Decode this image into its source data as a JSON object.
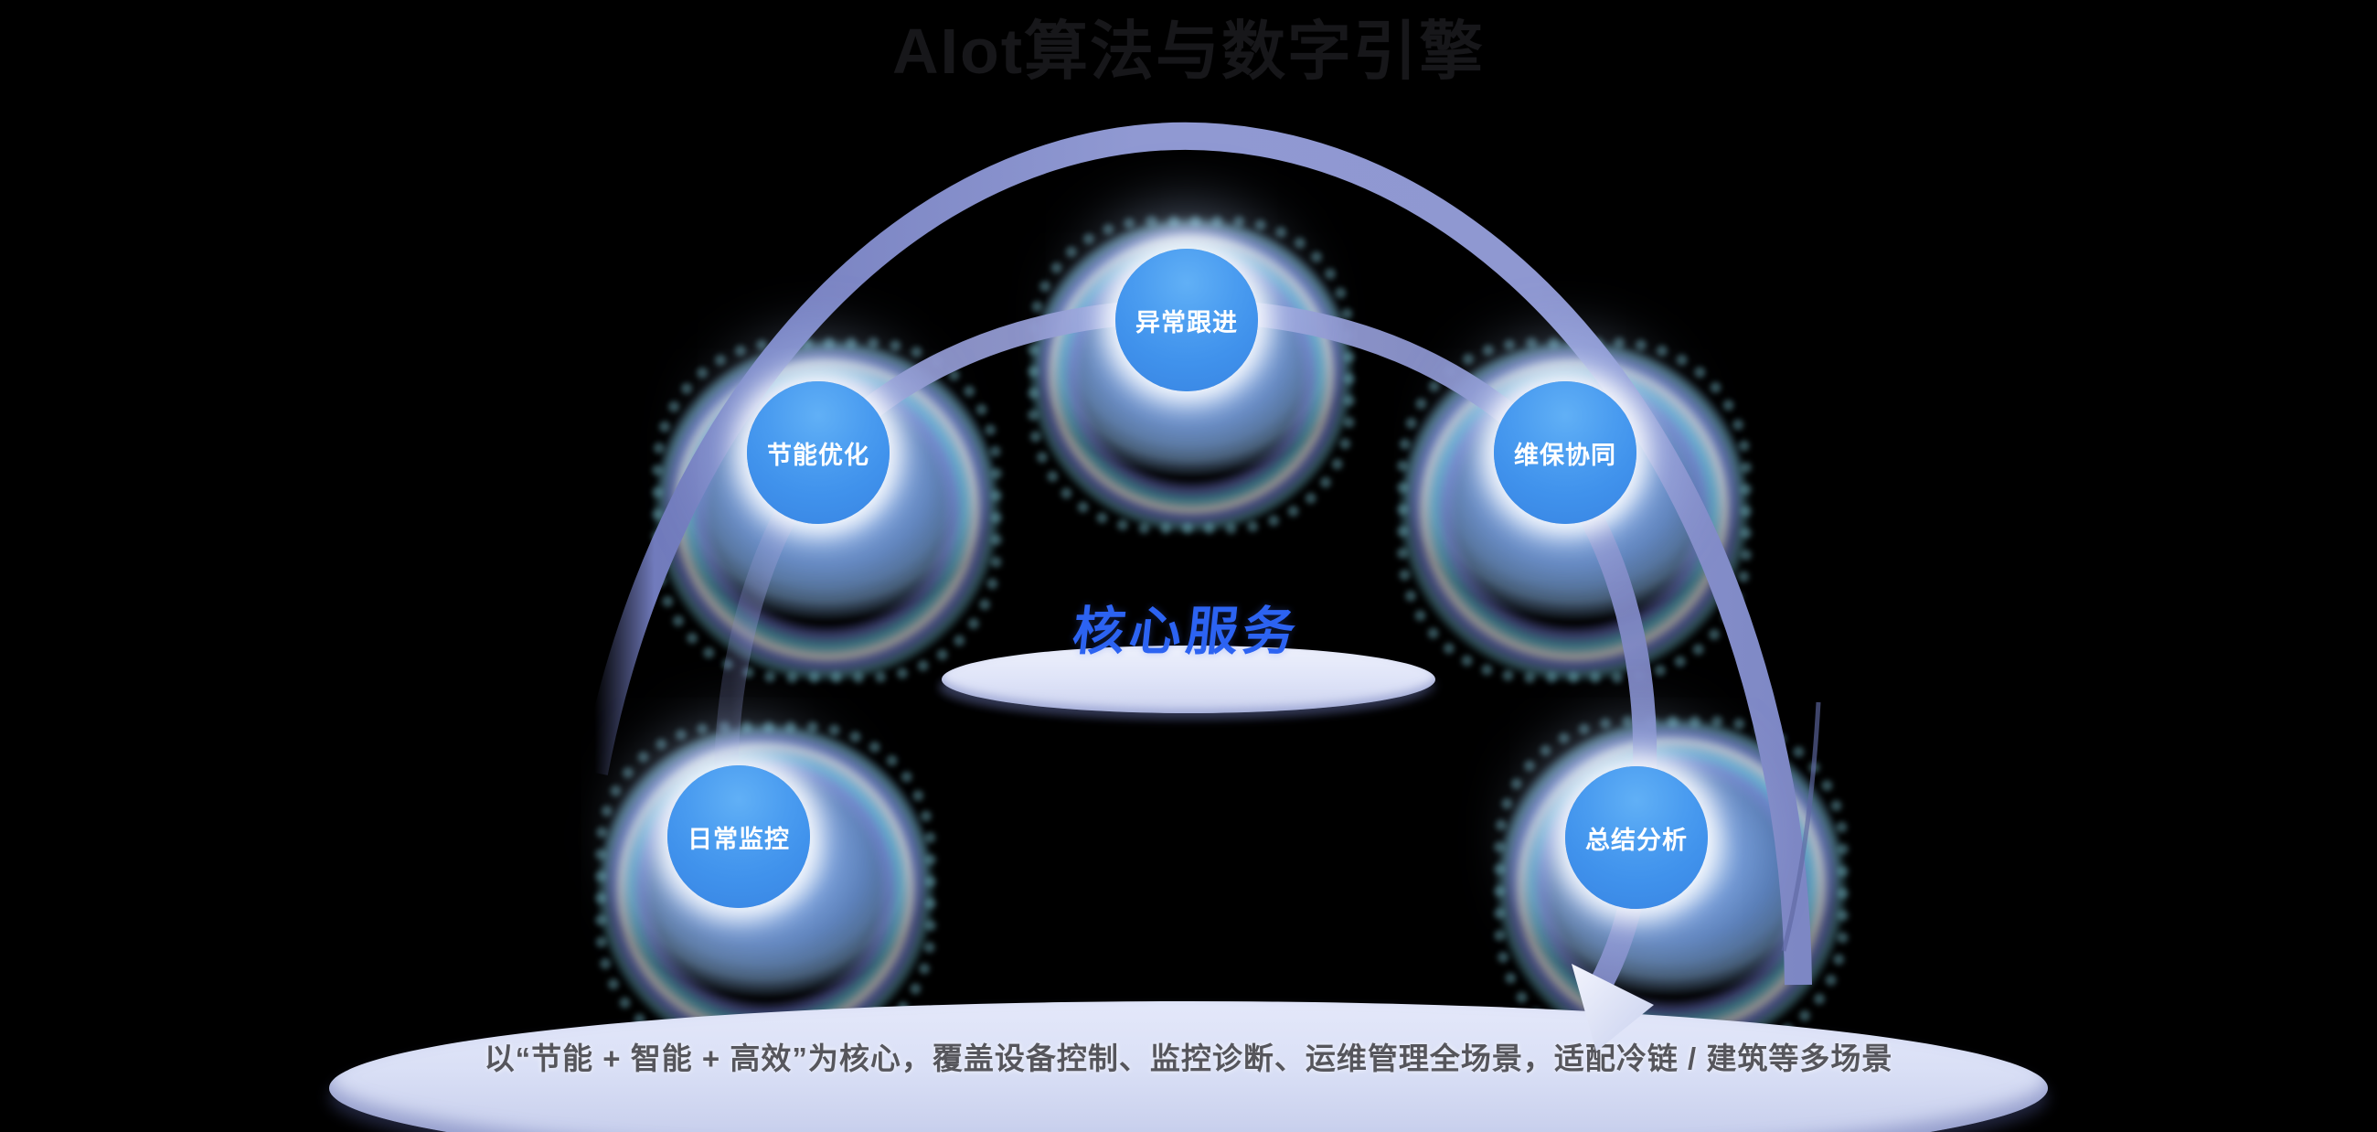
{
  "title": "AIot算法与数字引擎",
  "core": {
    "label": "核心服务"
  },
  "nodes": [
    {
      "id": "exception-followup",
      "label": "异常跟进"
    },
    {
      "id": "energy-optimization",
      "label": "节能优化"
    },
    {
      "id": "maintenance-collaboration",
      "label": "维保协同"
    },
    {
      "id": "daily-monitoring",
      "label": "日常监控"
    },
    {
      "id": "summary-analysis",
      "label": "总结分析"
    }
  ],
  "footer": {
    "caption": "以“节能 + 智能 + 高效”为核心，覆盖设备控制、监控诊断、运维管理全场景，适配冷链 / 建筑等多场景"
  },
  "colors": {
    "background": "#000000",
    "title_text": "#17171a",
    "node_blue": "#4596ee",
    "node_blue_light": "#5fb0f6",
    "node_text": "#ffffff",
    "halo_blue": "#7aa8f2",
    "halo_ring_cyan": "#76e2ff",
    "arc_outer": "#7e88c5",
    "arc_inner": "#8d93c8",
    "core_text_blue": "#2c63f2",
    "platform_light": "#dde2f6",
    "footer_text": "#56565c"
  }
}
